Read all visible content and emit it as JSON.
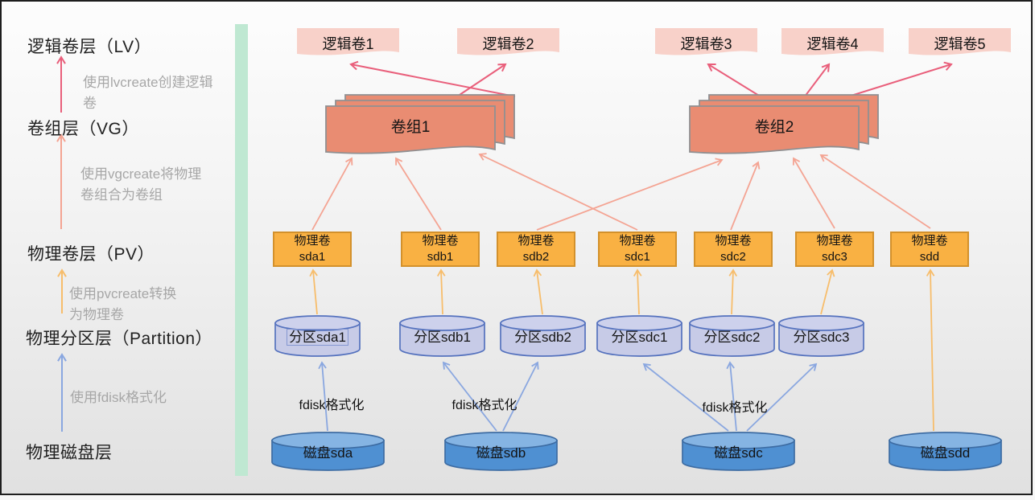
{
  "sidebar": {
    "layers": [
      {
        "id": "lv",
        "label": "逻辑卷层（LV）"
      },
      {
        "id": "vg",
        "label": "卷组层（VG）"
      },
      {
        "id": "pv",
        "label": "物理卷层（PV）"
      },
      {
        "id": "partition",
        "label": "物理分区层（Partition）"
      },
      {
        "id": "disk",
        "label": "物理磁盘层"
      }
    ],
    "steps": [
      {
        "label": "使用lvcreate创建逻辑卷"
      },
      {
        "label": "使用vgcreate将物理卷组合为卷组"
      },
      {
        "label": "使用pvcreate转换为物理卷"
      },
      {
        "label": "使用fdisk格式化"
      }
    ]
  },
  "diagram": {
    "logical_volumes": [
      {
        "label": "逻辑卷1"
      },
      {
        "label": "逻辑卷2"
      },
      {
        "label": "逻辑卷3"
      },
      {
        "label": "逻辑卷4"
      },
      {
        "label": "逻辑卷5"
      }
    ],
    "volume_groups": [
      {
        "label": "卷组1"
      },
      {
        "label": "卷组2"
      }
    ],
    "physical_volumes": [
      {
        "line1": "物理卷",
        "line2": "sda1"
      },
      {
        "line1": "物理卷",
        "line2": "sdb1"
      },
      {
        "line1": "物理卷",
        "line2": "sdb2"
      },
      {
        "line1": "物理卷",
        "line2": "sdc1"
      },
      {
        "line1": "物理卷",
        "line2": "sdc2"
      },
      {
        "line1": "物理卷",
        "line2": "sdc3"
      },
      {
        "line1": "物理卷",
        "line2": "sdd"
      }
    ],
    "partitions": [
      {
        "label": "分区sda1"
      },
      {
        "label": "分区sdb1"
      },
      {
        "label": "分区sdb2"
      },
      {
        "label": "分区sdc1"
      },
      {
        "label": "分区sdc2"
      },
      {
        "label": "分区sdc3"
      }
    ],
    "disks": [
      {
        "label": "磁盘sda"
      },
      {
        "label": "磁盘sdb"
      },
      {
        "label": "磁盘sdc"
      },
      {
        "label": "磁盘sdd"
      }
    ],
    "fdisk_labels": [
      {
        "label": "fdisk格式化"
      },
      {
        "label": "fdisk格式化"
      },
      {
        "label": "fdisk格式化"
      }
    ]
  },
  "colors": {
    "lv_fill": "#f8d1c9",
    "vg_fill": "#e98c72",
    "vg_border": "#909092",
    "pv_fill": "#f9b143",
    "pv_border": "#d3912c",
    "partition_fill": "#c7cbe7",
    "partition_border": "#5572be",
    "disk_fill": "#4f90d2",
    "disk_top": "#85b4e3",
    "disk_border": "#3d6ca3",
    "arrow_red": "#e95f7b",
    "arrow_salmon": "#f4a493",
    "arrow_orange": "#f7bd6b",
    "arrow_blue": "#8aa7e0",
    "divider_green": "#bfe8d2",
    "note_gray": "#a7a7a7"
  }
}
